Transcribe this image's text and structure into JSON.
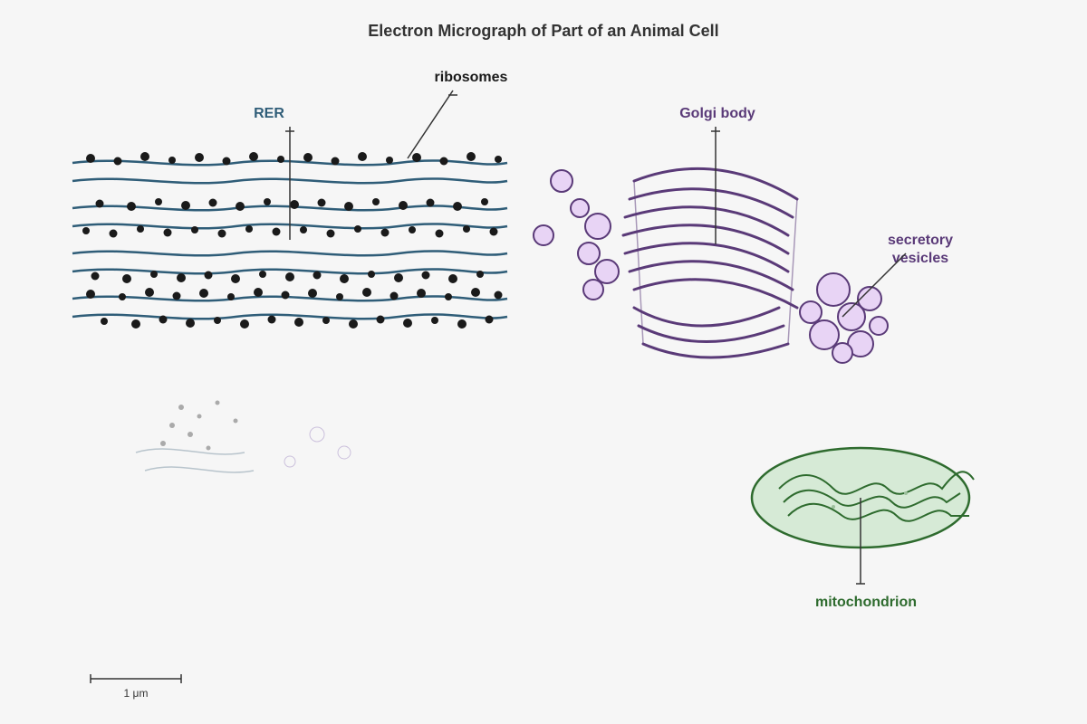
{
  "title": "Electron Micrograph of Part of an Animal Cell",
  "labels": {
    "rer": "RER",
    "ribosomes": "ribosomes",
    "golgi": "Golgi body",
    "secretory_line1": "secretory",
    "secretory_line2": "vesicles",
    "mitochondrion": "mitochondrion"
  },
  "scale_bar": {
    "label": "1 μm"
  },
  "colors": {
    "background": "#f6f6f6",
    "title": "#333333",
    "rer": "#2f5d78",
    "ribosome": "#1a1a1a",
    "golgi": "#5a3a78",
    "vesicle_fill": "#e8d4f5",
    "mitochondrion_stroke": "#2e6b2e",
    "mitochondrion_fill": "#d6ead6",
    "leader": "#333333",
    "faint": "#b8c4cc"
  }
}
